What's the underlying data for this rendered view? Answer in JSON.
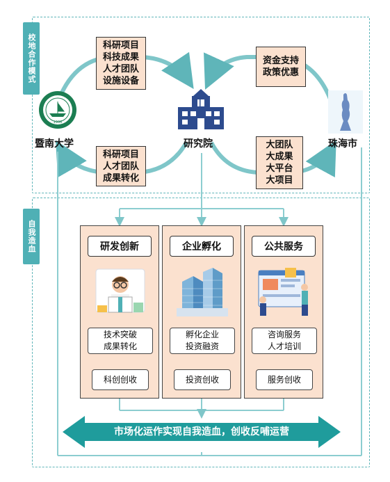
{
  "side_tabs": {
    "top": "校地合作模式",
    "bottom": "自我造血"
  },
  "nodes": {
    "university": "暨南大学",
    "institute": "研究院",
    "city": "珠海市",
    "logo_year": "1906"
  },
  "flows": {
    "uni_to_inst": [
      "科研项目",
      "科技成果",
      "人才团队",
      "设施设备"
    ],
    "inst_to_uni": [
      "科研项目",
      "人才团队",
      "成果转化"
    ],
    "city_to_inst": [
      "资金支持",
      "政策优惠"
    ],
    "inst_to_city": [
      "大团队",
      "大成果",
      "大平台",
      "大项目"
    ]
  },
  "columns": [
    {
      "title": "研发创新",
      "items": [
        "技术突破",
        "成果转化"
      ],
      "result": "科创创收"
    },
    {
      "title": "企业孵化",
      "items": [
        "孵化企业",
        "投资融资"
      ],
      "result": "投资创收"
    },
    {
      "title": "公共服务",
      "items": [
        "咨询服务",
        "人才培训"
      ],
      "result": "服务创收"
    }
  ],
  "banner": "市场化运作实现自我造血，创收反哺运营",
  "colors": {
    "teal": "#4fb0b5",
    "peach": "#fbe1cf",
    "navy": "#2d4b8e"
  }
}
